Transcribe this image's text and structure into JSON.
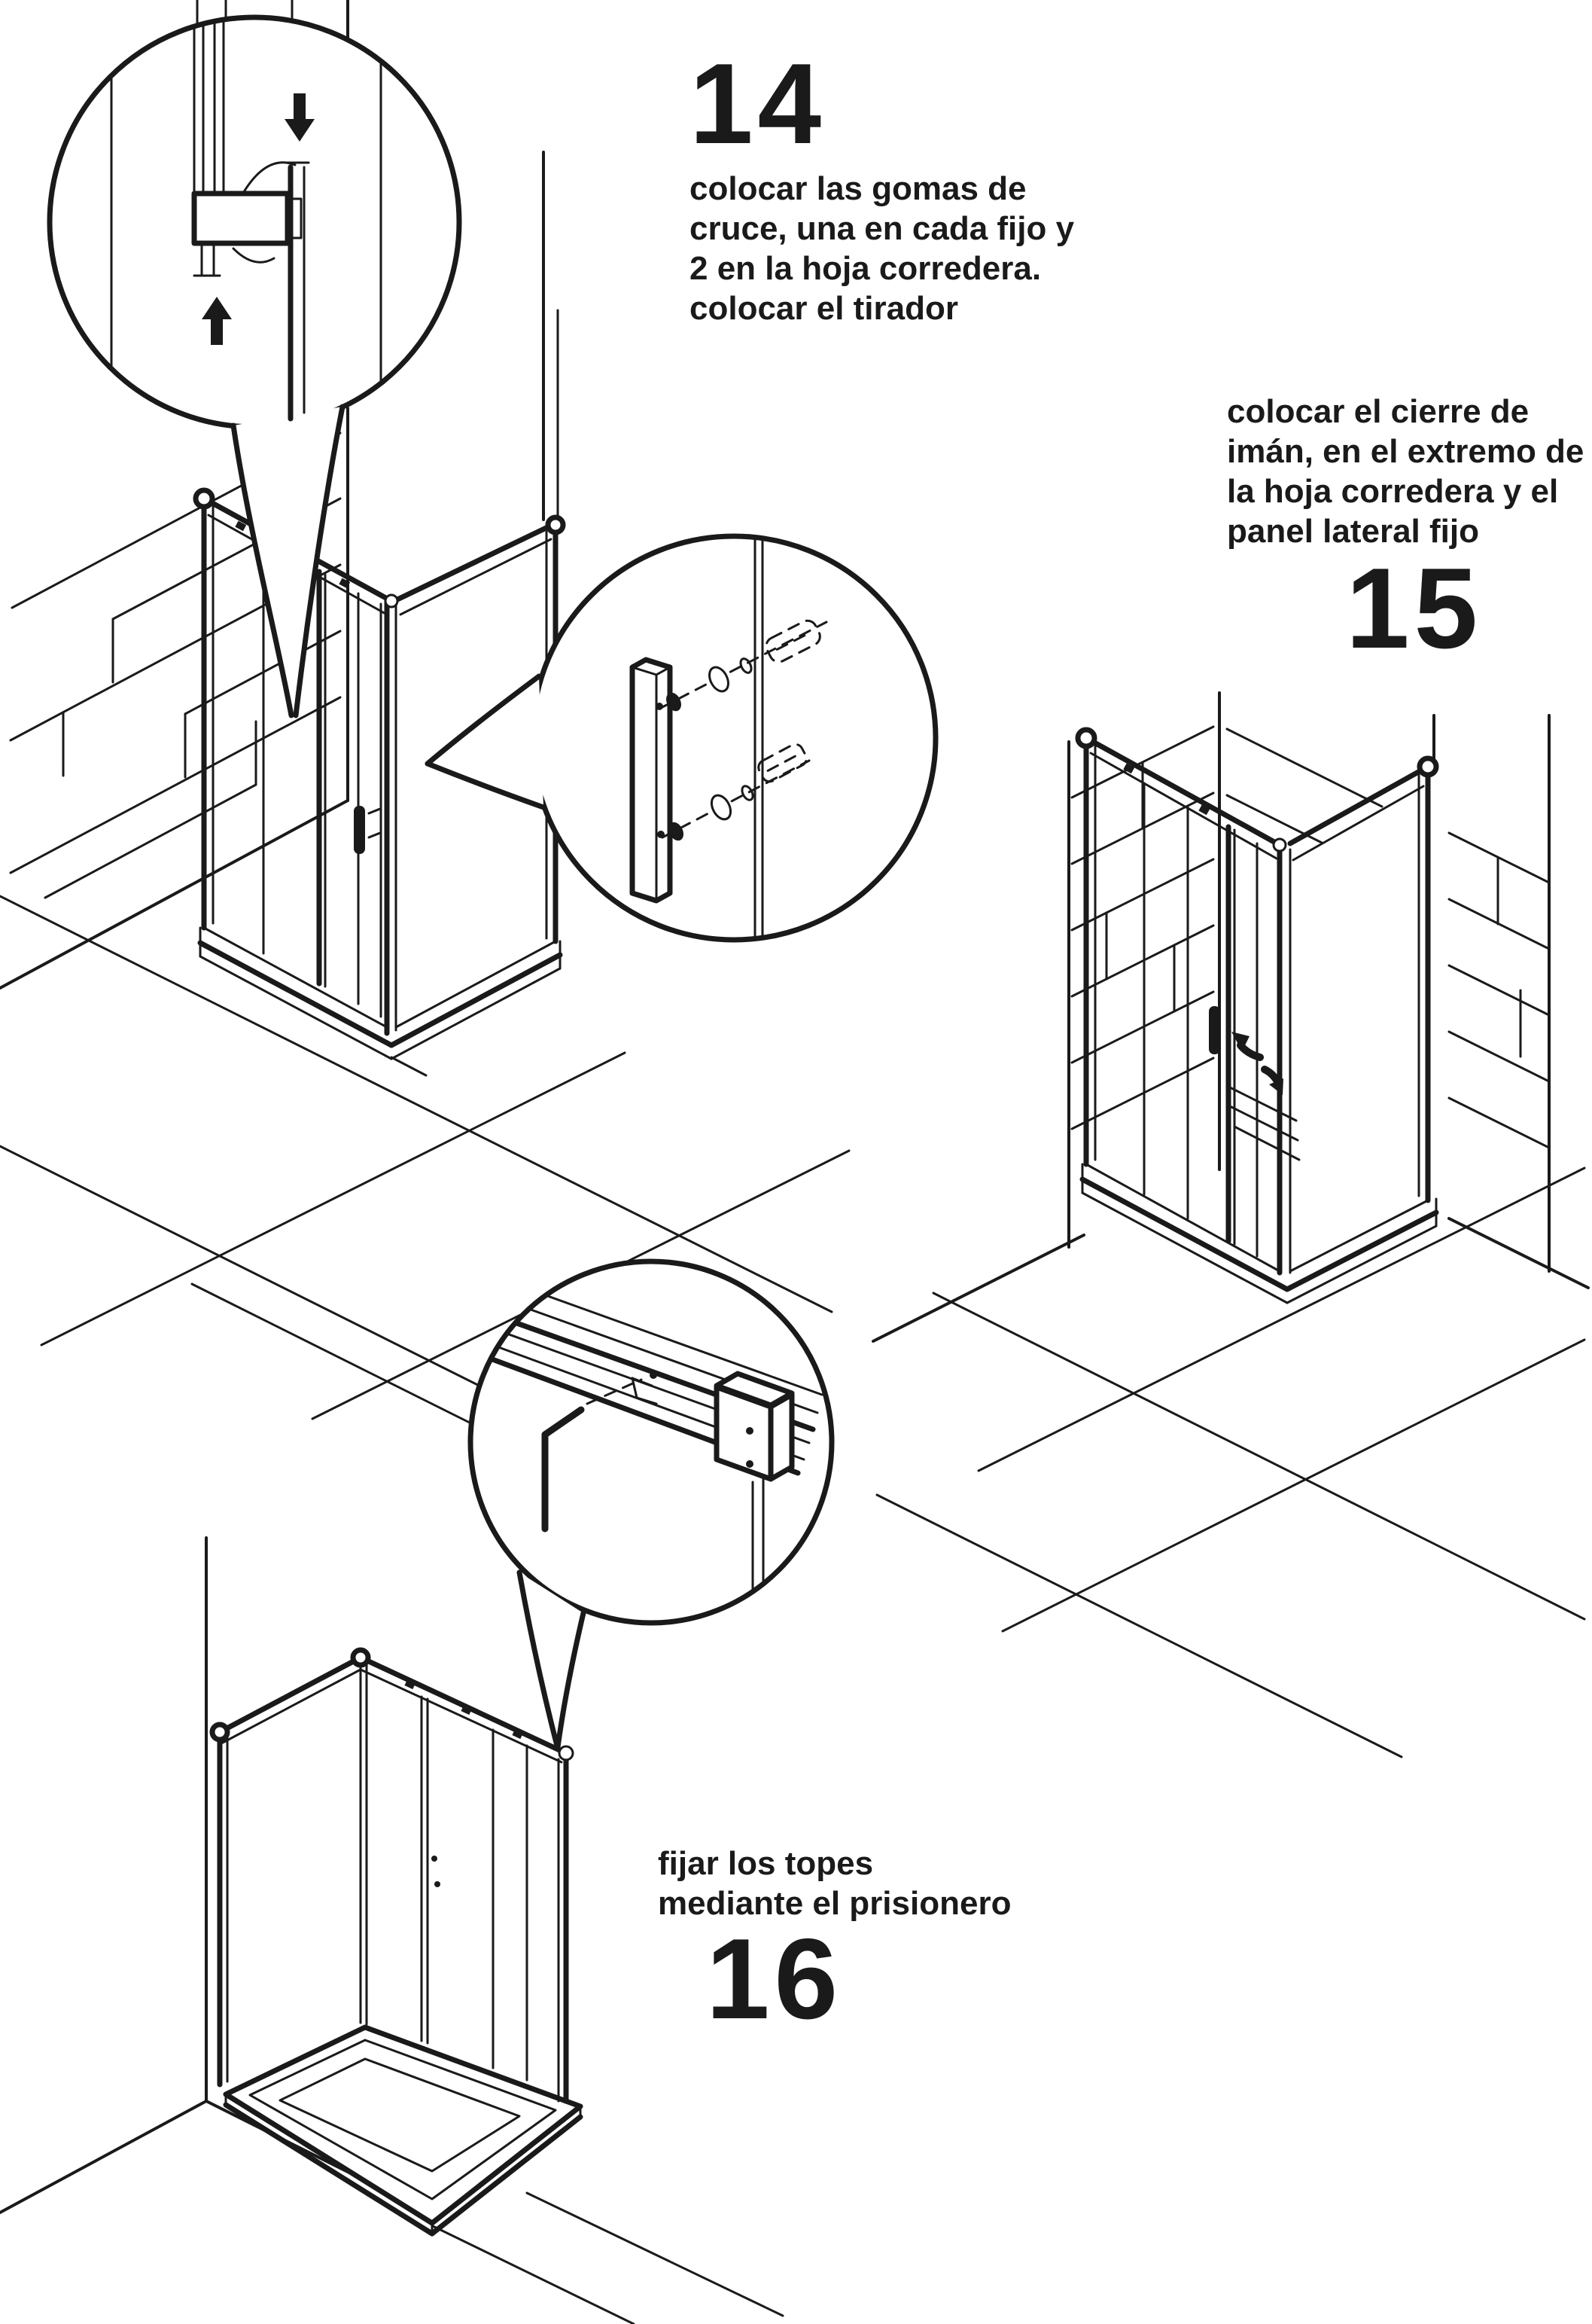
{
  "page": {
    "background_color": "#ffffff",
    "ink_color": "#1a1a1a",
    "kind": "shower enclosure assembly instructions"
  },
  "steps": [
    {
      "number": "14",
      "instruction_lines": [
        "colocar las gomas de",
        "cruce, una en cada fijo y",
        "2 en la hoja corredera.",
        "colocar el tirador"
      ]
    },
    {
      "number": "15",
      "instruction_lines": [
        "colocar el cierre de",
        "imán, en el extremo de",
        "la hoja corredera y el",
        "panel lateral fijo"
      ]
    },
    {
      "number": "16",
      "instruction_lines": [
        "fijar los topes",
        "mediante el prisionero"
      ]
    }
  ]
}
